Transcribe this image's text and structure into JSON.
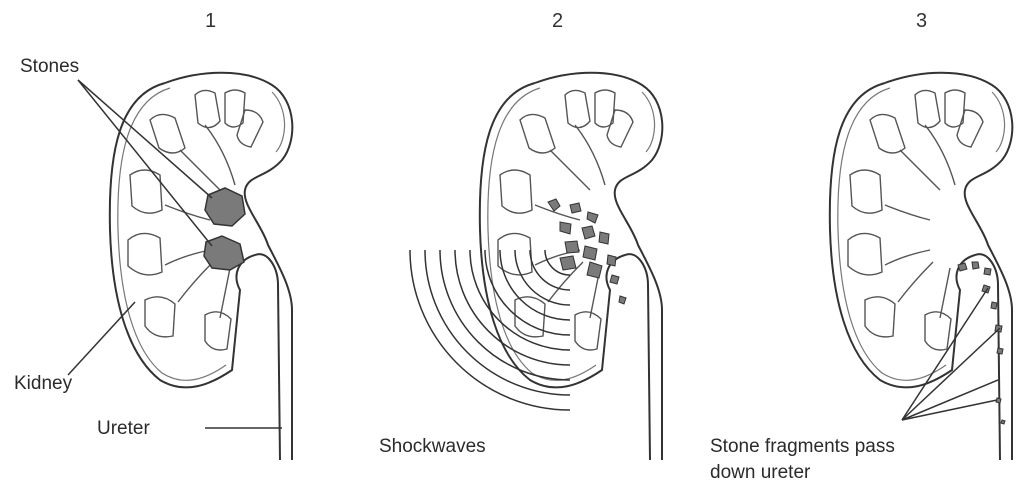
{
  "panels": [
    {
      "number": "1"
    },
    {
      "number": "2"
    },
    {
      "number": "3"
    }
  ],
  "labels": {
    "stones": "Stones",
    "kidney": "Kidney",
    "ureter": "Ureter",
    "shockwaves": "Shockwaves",
    "fragments_line1": "Stone fragments pass",
    "fragments_line2": "down ureter"
  },
  "colors": {
    "stone": "#7a7a7a",
    "outline": "#333333",
    "background": "#ffffff"
  }
}
